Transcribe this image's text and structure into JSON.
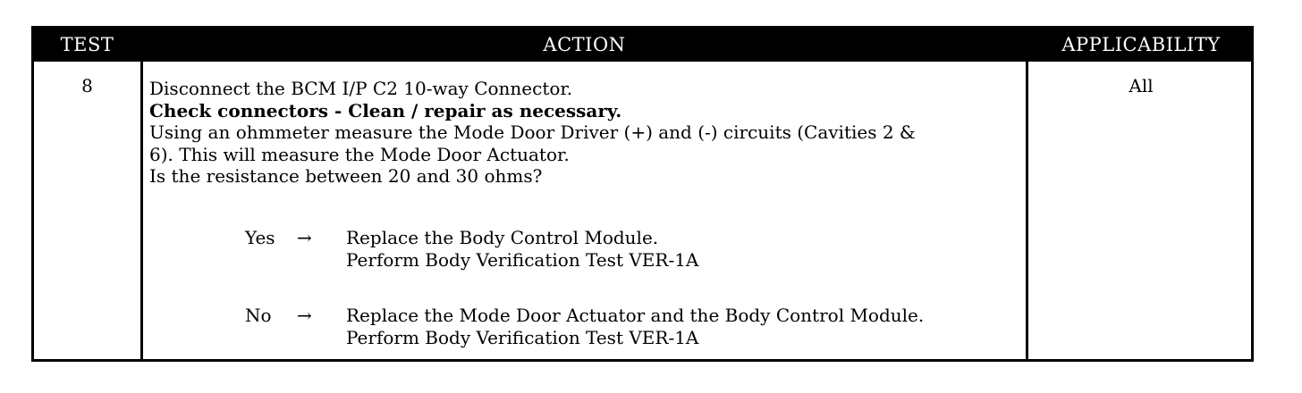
{
  "header": {
    "test": "TEST",
    "action": "ACTION",
    "applicability": "APPLICABILITY"
  },
  "row": {
    "test": "8",
    "applicability": "All",
    "action_lines": [
      "Disconnect the BCM I/P C2 10-way Connector.",
      "Check connectors - Clean / repair as necessary.",
      "Using an ohmmeter measure the Mode Door Driver (+) and (-) circuits (Cavities 2 &",
      "6). This will measure the Mode Door Actuator.",
      "Is the resistance between 20 and 30 ohms?"
    ],
    "branches": [
      {
        "label": "Yes",
        "arrow": "→",
        "line1": "Replace the Body Control Module.",
        "line2": "Perform Body Verification Test VER-1A"
      },
      {
        "label": "No",
        "arrow": "→",
        "line1": "Replace the Mode Door Actuator and the Body Control Module.",
        "line2": "Perform Body Verification Test VER-1A"
      }
    ]
  }
}
